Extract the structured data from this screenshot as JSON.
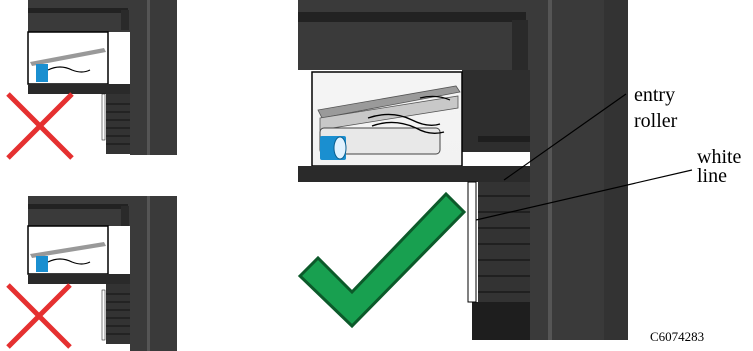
{
  "labels": {
    "entry_roller_line1": "entry",
    "entry_roller_line2": "roller",
    "white_line_line1": "white",
    "white_line_line2": "line",
    "figure_code": "C6074283"
  },
  "panels": {
    "top_left": {
      "verdict": "incorrect"
    },
    "bottom_left": {
      "verdict": "incorrect"
    },
    "main": {
      "verdict": "correct"
    }
  },
  "colors": {
    "incorrect_mark": "#e53030",
    "correct_mark": "#18a050",
    "printer_body": "#3a3a3a",
    "printer_dark": "#1e1e1e",
    "roller_core": "#1a8fd0"
  },
  "icons": {
    "incorrect": "red-x-icon",
    "correct": "green-checkmark-icon"
  }
}
